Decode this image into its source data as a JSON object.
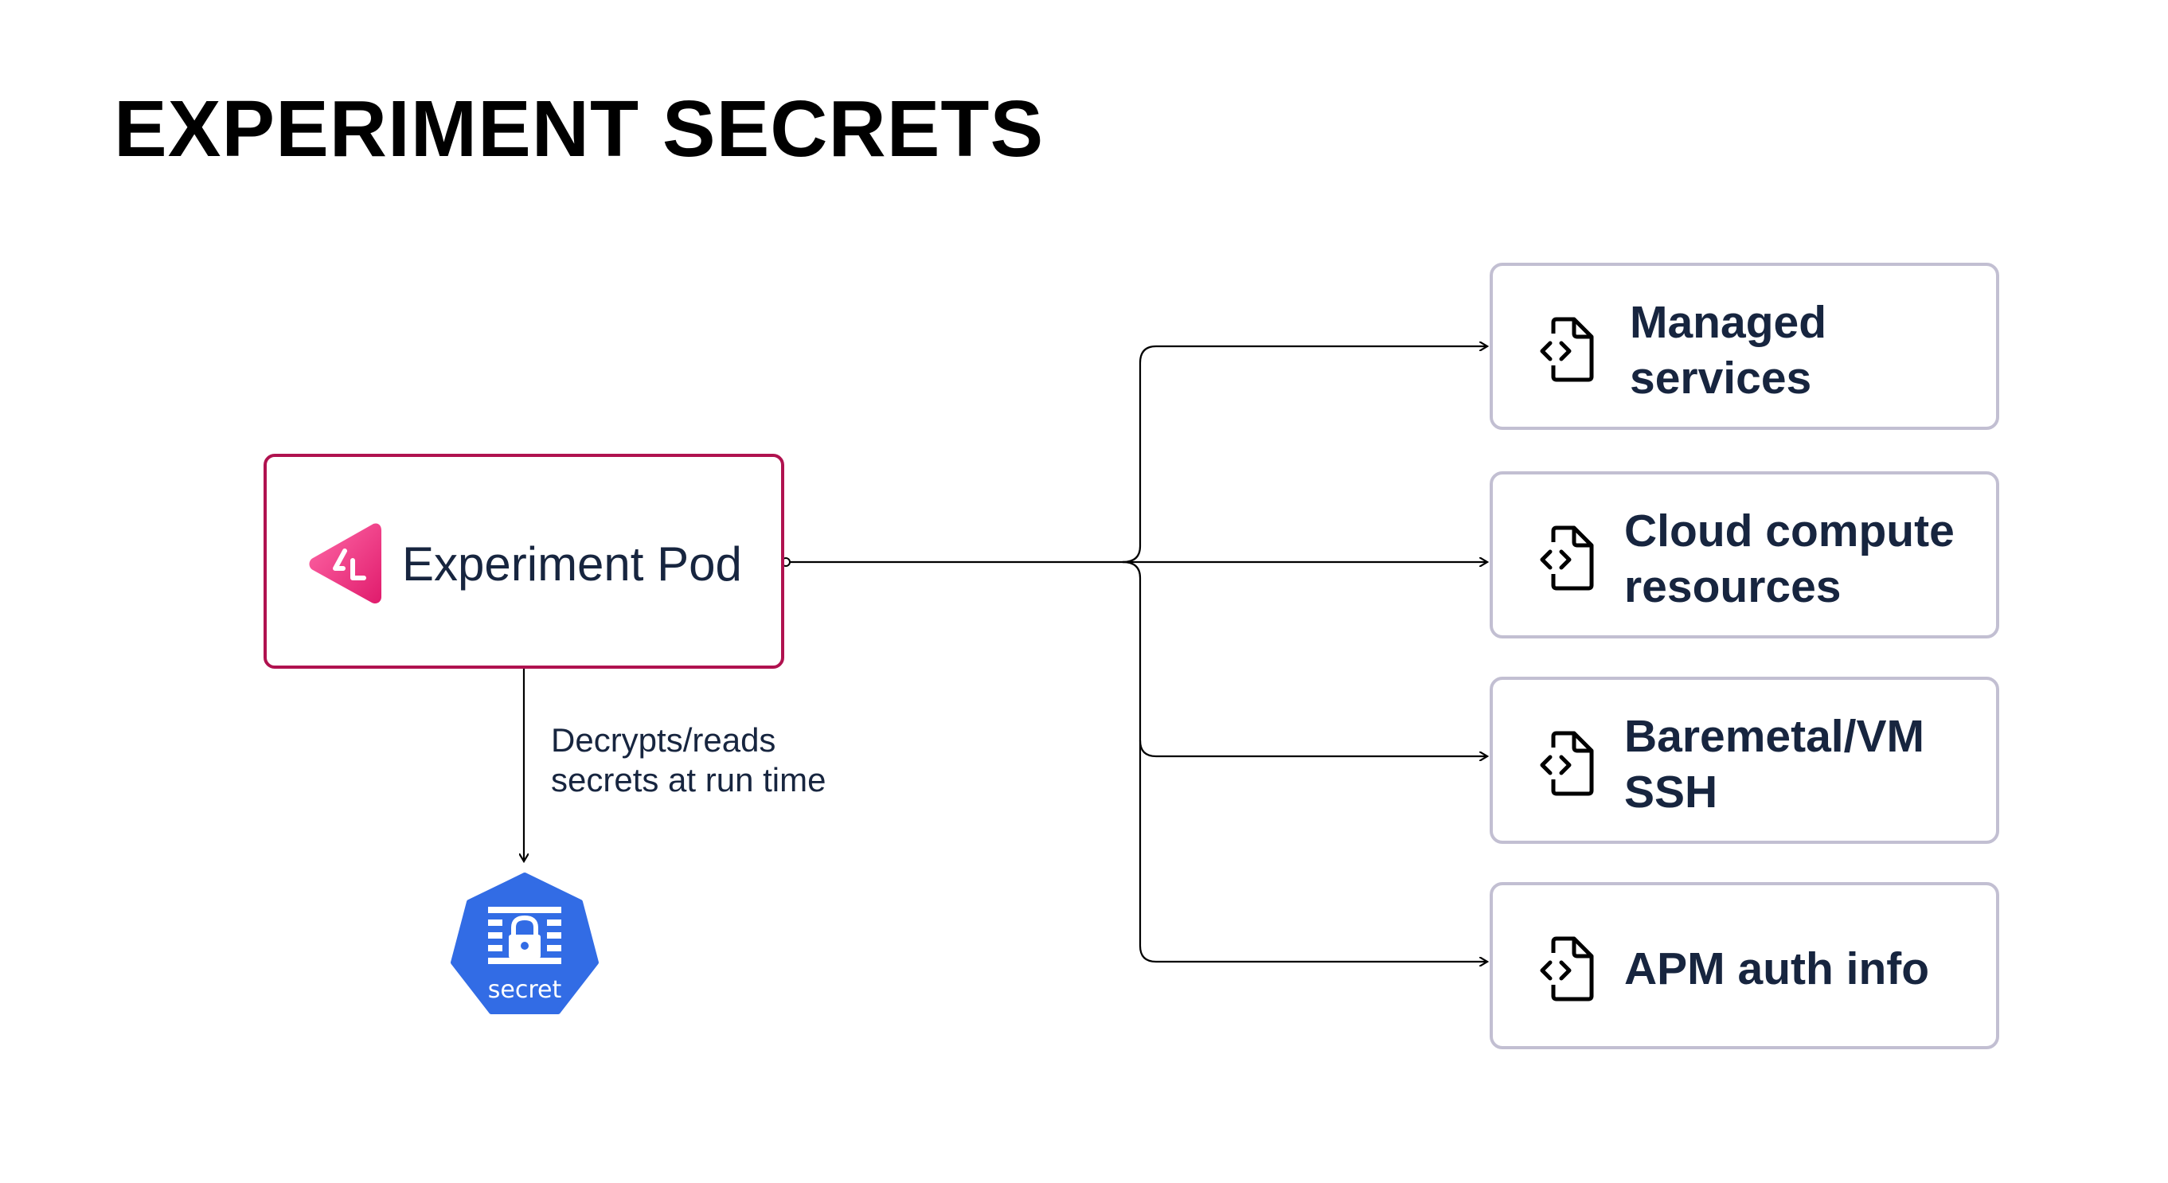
{
  "title": "EXPERIMENT SECRETS",
  "pod": {
    "label": "Experiment Pod",
    "logo_icon": "chaos-triangle-logo",
    "border_color": "#b0124f",
    "logo_colors": [
      "#ff4f9a",
      "#e01b6c"
    ]
  },
  "note": {
    "line1": "Decrypts/reads",
    "line2": "secrets at run time"
  },
  "secret": {
    "label": "secret",
    "icon": "kubernetes-secret-icon",
    "color": "#326ce5"
  },
  "targets": [
    {
      "line1": "Managed",
      "line2": "services",
      "icon": "code-file-icon"
    },
    {
      "line1": "Cloud compute",
      "line2": "resources",
      "icon": "code-file-icon"
    },
    {
      "line1": "Baremetal/VM",
      "line2": "SSH",
      "icon": "code-file-icon"
    },
    {
      "line1": "APM auth info",
      "line2": "",
      "icon": "code-file-icon"
    }
  ],
  "colors": {
    "text": "#17253f",
    "target_border": "#c2bfd2",
    "line": "#000000"
  }
}
